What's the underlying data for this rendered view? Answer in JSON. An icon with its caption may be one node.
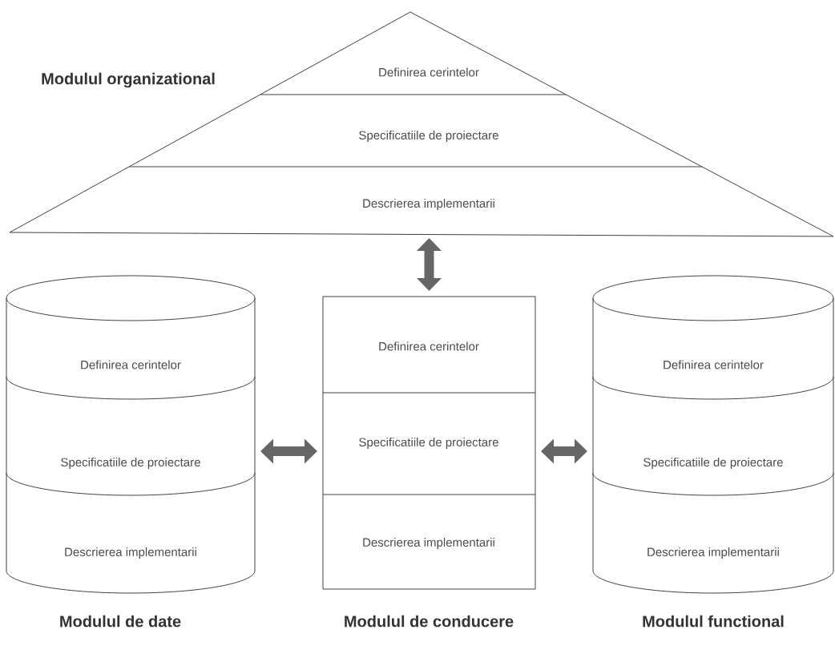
{
  "diagram": {
    "nodes": [
      {
        "text": [
          "Modulul organizational"
        ]
      },
      {
        "text": [
          "Definirea cerintelor"
        ],
        "in": 0
      },
      {
        "text": [
          "Specificatiile de proiectare"
        ],
        "in": 0
      },
      {
        "text": [
          "Descrierea implementarii"
        ],
        "in": 0
      },
      {
        "text": [
          "Modulul de date"
        ]
      },
      {
        "text": [
          "Definirea cerintelor"
        ],
        "in": 4
      },
      {
        "text": [
          "Specificatiile de proiectare"
        ],
        "in": 4
      },
      {
        "text": [
          "Descrierea implementarii"
        ],
        "in": 4
      },
      {
        "text": [
          "Modulul de conducere"
        ]
      },
      {
        "text": [
          "Definirea cerintelor"
        ],
        "in": 8
      },
      {
        "text": [
          "Specificatiile de proiectare"
        ],
        "in": 8
      },
      {
        "text": [
          "Descrierea implementarii"
        ],
        "in": 8
      },
      {
        "text": [
          "Modulul functional"
        ]
      },
      {
        "text": [
          "Definirea cerintelor"
        ],
        "in": 12
      },
      {
        "text": [
          "Specificatiile de proiectare"
        ],
        "in": 12
      },
      {
        "text": [
          "Descrierea implementarii"
        ],
        "in": 12
      }
    ],
    "edges": [
      {
        "from": 0,
        "to": 8,
        "arrow": "both"
      },
      {
        "from": 4,
        "to": 8,
        "arrow": "both"
      },
      {
        "from": 8,
        "to": 12,
        "arrow": "both"
      }
    ]
  }
}
